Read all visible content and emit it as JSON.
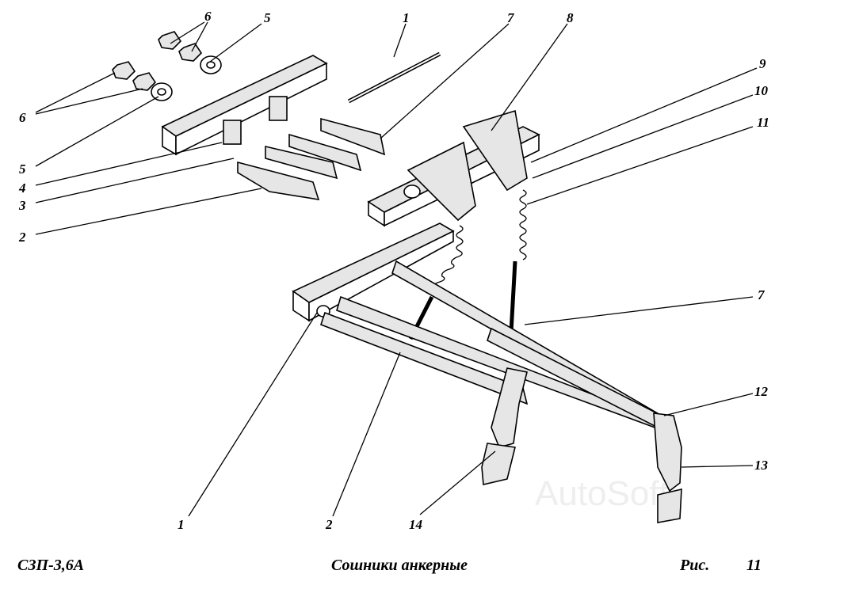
{
  "figure": {
    "watermark": "AutoSoft",
    "callouts": {
      "top": [
        "6",
        "5",
        "1",
        "7",
        "8",
        "9",
        "10",
        "11"
      ],
      "left": [
        "6",
        "5",
        "4",
        "3",
        "2"
      ],
      "right": [
        "7",
        "12",
        "13"
      ],
      "bottom": [
        "1",
        "2",
        "14"
      ]
    }
  },
  "footer": {
    "model": "СЗП-3,6А",
    "caption": "Сошники анкерные",
    "fig_label": "Рис.",
    "fig_number": "11"
  }
}
